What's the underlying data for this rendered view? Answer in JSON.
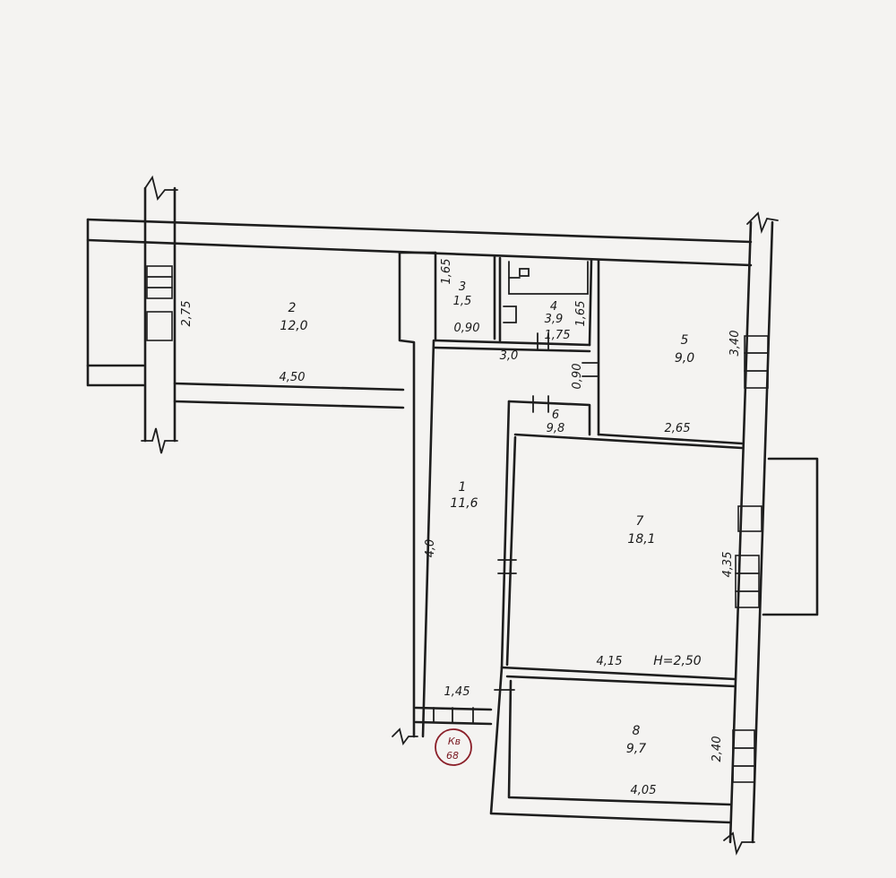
{
  "rooms": [
    {
      "number": "1",
      "area": "11,6"
    },
    {
      "number": "2",
      "area": "12,0"
    },
    {
      "number": "3",
      "area": "1,5"
    },
    {
      "number": "4",
      "area": "3,9"
    },
    {
      "number": "5",
      "area": "9,0"
    },
    {
      "number": "6",
      "area": "9,8"
    },
    {
      "number": "7",
      "area": "18,1"
    },
    {
      "number": "8",
      "area": "9,7"
    }
  ],
  "dimensions": {
    "room2_width": "4,50",
    "room2_depth": "2,75",
    "room3_depth": "1,65",
    "room3_width": "0,90",
    "room4_depth": "1,65",
    "room4_width": "1,75",
    "corridor_width": "3,0",
    "passage_depth": "0,90",
    "room5_depth": "3,40",
    "room5_width": "2,65",
    "room1_length": "4,0",
    "room7_depth": "4,35",
    "room7_width": "4,15",
    "ceiling_height": "H=2,50",
    "entry_width": "1,45",
    "room8_depth": "2,40",
    "room8_width": "4,05"
  },
  "stamp": {
    "line1": "Кв",
    "line2": "68"
  }
}
